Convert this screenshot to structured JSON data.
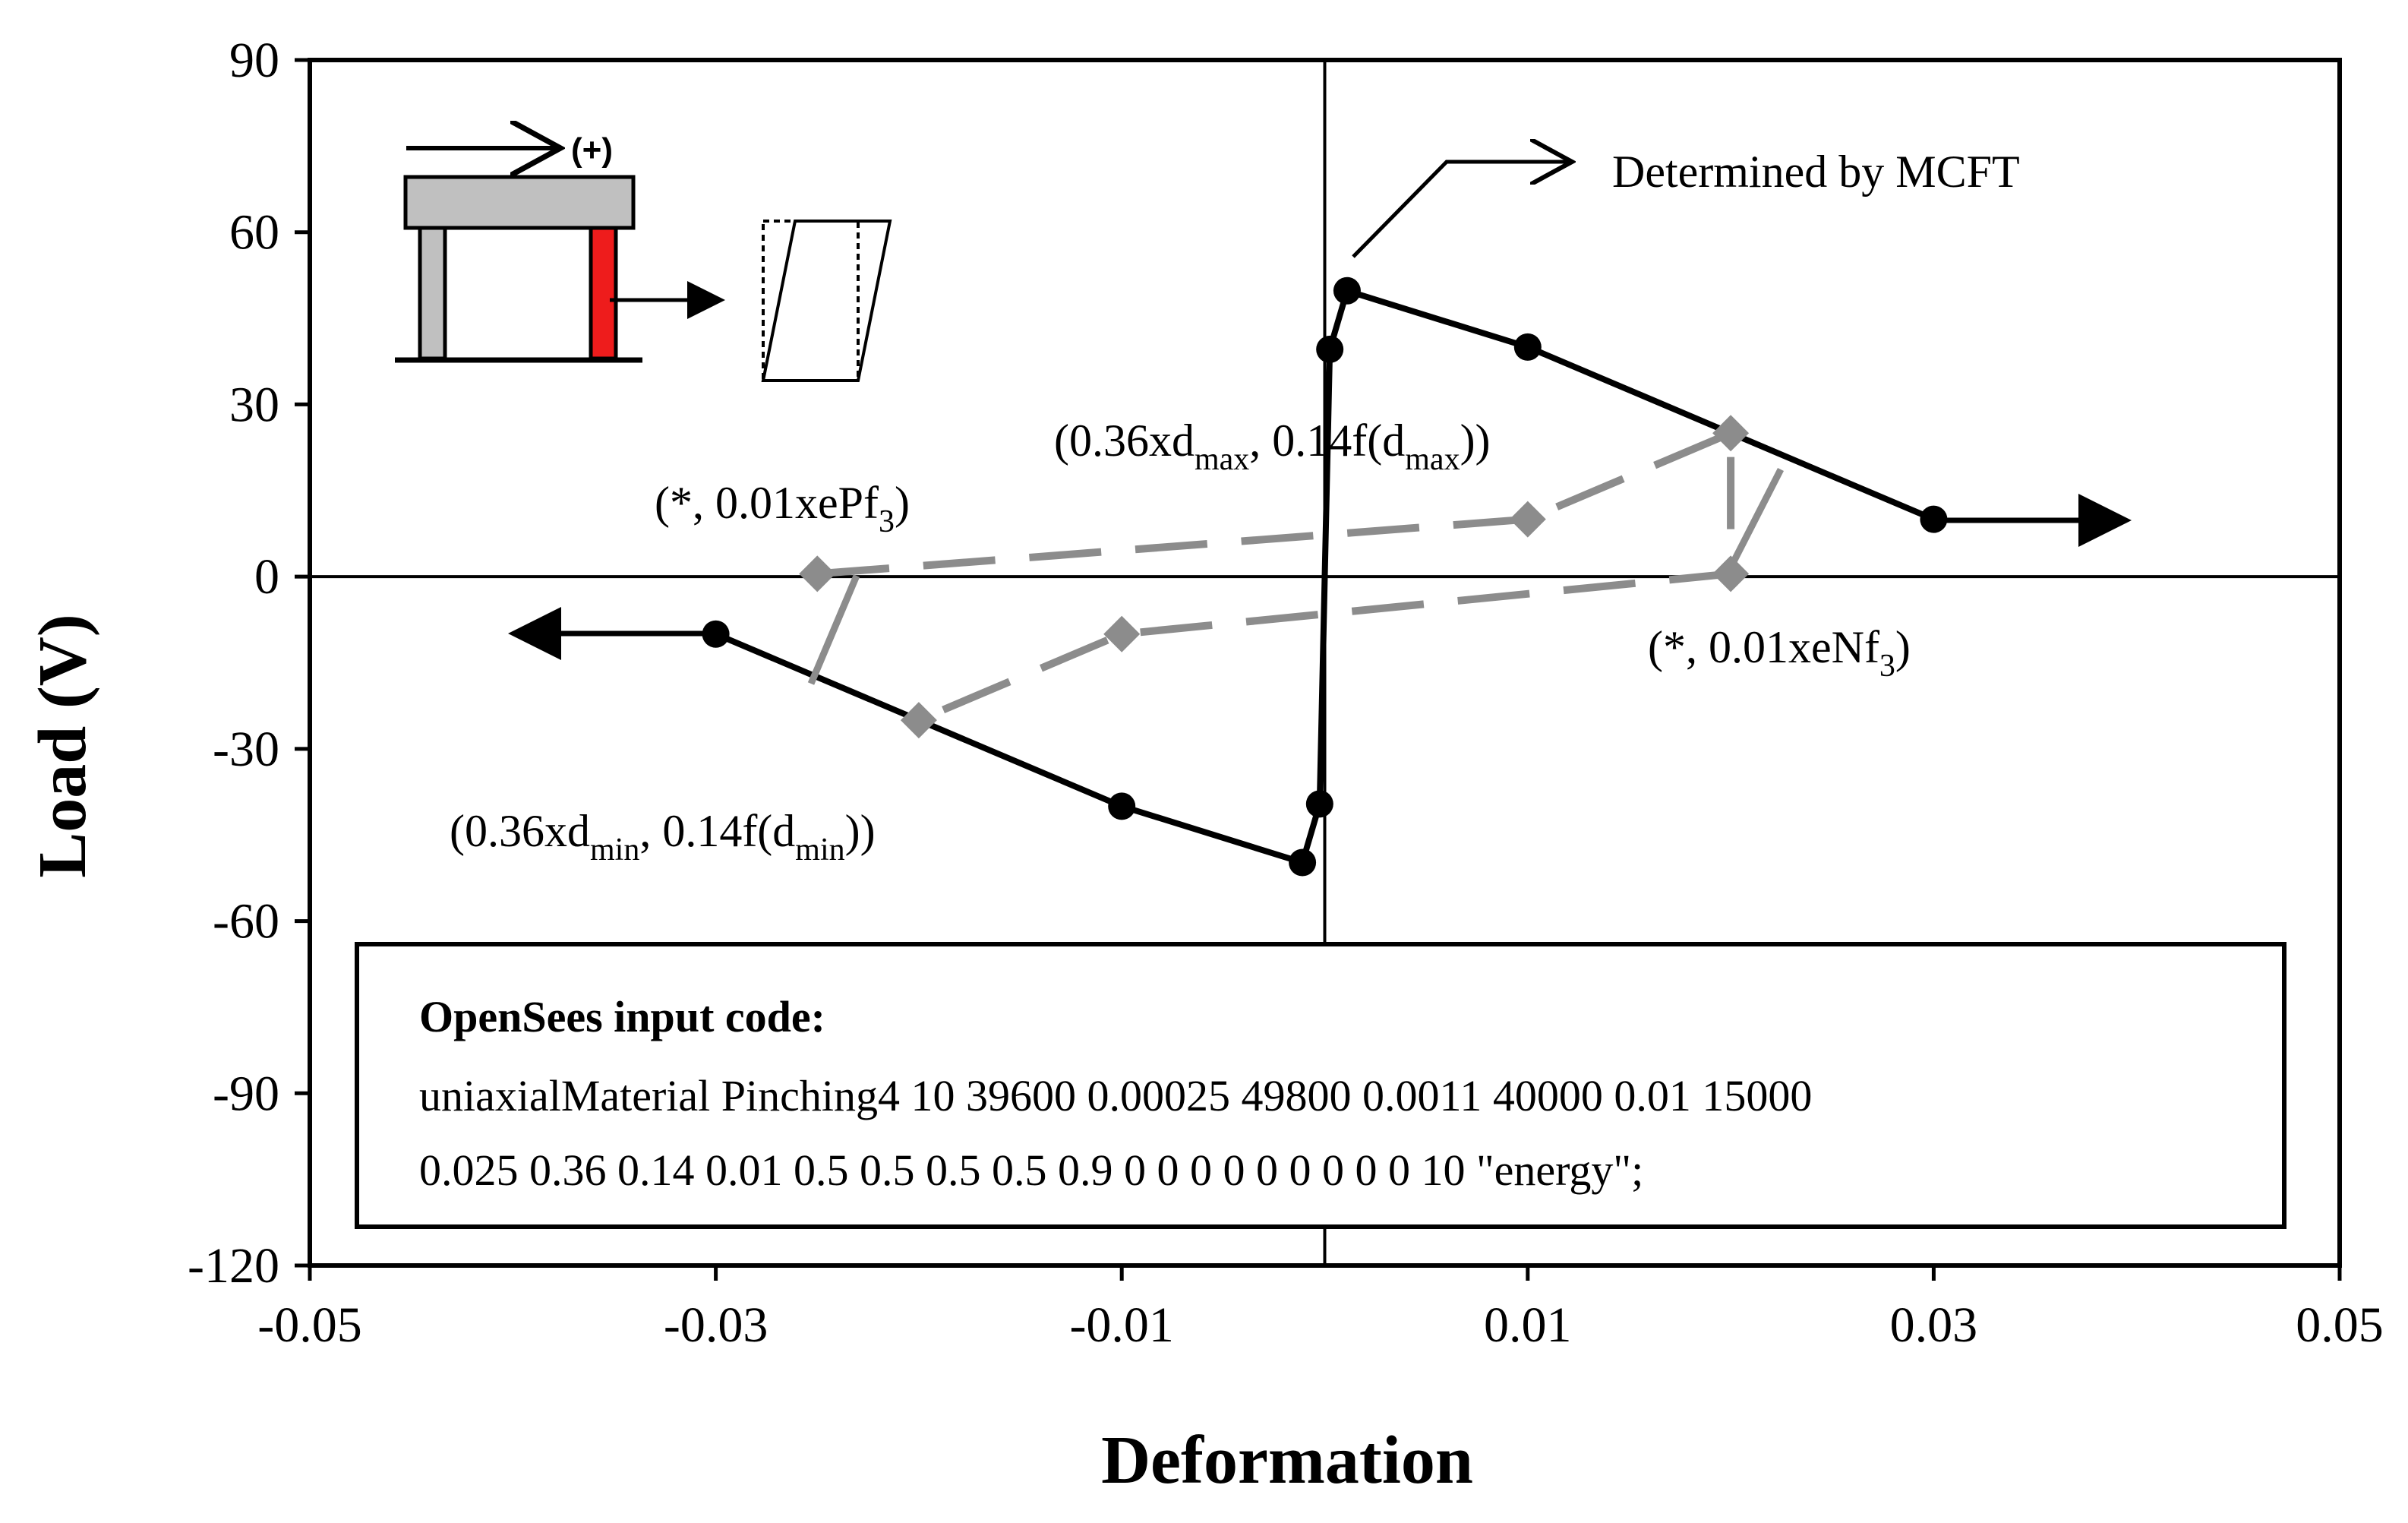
{
  "chart_data": {
    "type": "line",
    "xlabel": "Deformation",
    "ylabel": "Load (V)",
    "xlim": [
      -0.05,
      0.05
    ],
    "ylim": [
      -120,
      90
    ],
    "x_ticks": [
      "-0.05",
      "-0.03",
      "-0.01",
      "0.01",
      "0.03",
      "0.05"
    ],
    "x_tick_values": [
      -0.05,
      -0.03,
      -0.01,
      0.01,
      0.03,
      0.05
    ],
    "y_ticks": [
      "90",
      "60",
      "30",
      "0",
      "-30",
      "-60",
      "-90",
      "-120"
    ],
    "y_tick_values": [
      90,
      60,
      30,
      0,
      -30,
      -60,
      -90,
      -120
    ],
    "grid": false,
    "series": [
      {
        "style": "solid",
        "color": "#000000",
        "marker": "circle",
        "points": [
          {
            "x": -0.03,
            "y": -10
          },
          {
            "x": -0.01,
            "y": -40
          },
          {
            "x": -0.0011,
            "y": -49.8
          },
          {
            "x": -0.00025,
            "y": -39.6
          },
          {
            "x": 0.00025,
            "y": 39.6
          },
          {
            "x": 0.0011,
            "y": 49.8
          },
          {
            "x": 0.01,
            "y": 40
          },
          {
            "x": 0.03,
            "y": 10
          }
        ]
      },
      {
        "style": "dashed",
        "color": "#8c8c8c",
        "marker": "diamond",
        "points": [
          {
            "x": -0.025,
            "y": 0.5
          },
          {
            "x": 0.01,
            "y": 10
          },
          {
            "x": 0.02,
            "y": 25
          },
          {
            "x": 0.02,
            "y": 0.5
          },
          {
            "x": -0.01,
            "y": -10
          },
          {
            "x": -0.02,
            "y": -25
          }
        ]
      }
    ],
    "annotations": {
      "mcft": "Determined by MCFT",
      "ann_max_pre": "(0.36xd",
      "ann_max_sub": "max",
      "ann_max_mid": ", 0.14f(d",
      "ann_max_sub2": "max",
      "ann_max_post": "))",
      "ann_min_pre": "(0.36xd",
      "ann_min_sub": "min",
      "ann_min_mid": ", 0.14f(d",
      "ann_min_sub2": "min",
      "ann_min_post": "))",
      "ann_p_pre": "(*, 0.01xePf",
      "ann_p_sub": "3",
      "ann_p_post": ")",
      "ann_n_pre": "(*, 0.01xeNf",
      "ann_n_sub": "3",
      "ann_n_post": ")",
      "inset_direction": "(+)"
    },
    "code_box": {
      "title": "OpenSees input code:",
      "line1": "uniaxialMaterial Pinching4 10 39600 0.00025 49800 0.0011 40000 0.01 15000",
      "line2": "0.025 0.36 0.14 0.01 0.5 0.5 0.5 0.5 0.9 0 0 0 0 0 0 0 0 0 10 \"energy\";"
    },
    "colors": {
      "primary": "#000000",
      "dashed_series": "#8c8c8c",
      "column_highlight": "#ee1c1c",
      "column_gray": "#c0c0c0"
    }
  }
}
